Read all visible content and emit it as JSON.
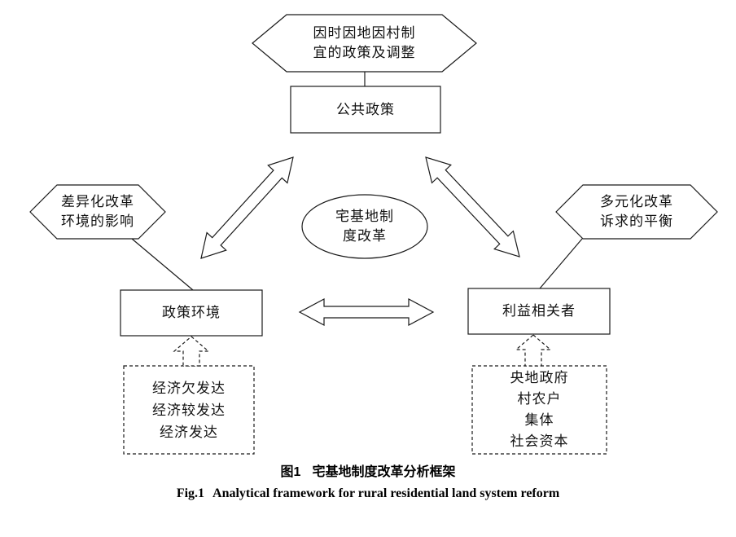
{
  "diagram": {
    "top_hexagon": [
      "因时因地因村制",
      "宜的政策及调整"
    ],
    "public_policy": "公共政策",
    "center_ellipse": [
      "宅基地制",
      "度改革"
    ],
    "left_hexagon": [
      "差异化改革",
      "环境的影响"
    ],
    "right_hexagon": [
      "多元化改革",
      "诉求的平衡"
    ],
    "policy_environment": "政策环境",
    "stakeholders": "利益相关者",
    "economy_list": [
      "经济欠发达",
      "经济较发达",
      "经济发达"
    ],
    "stakeholder_list": [
      "央地政府",
      "村农户",
      "集体",
      "社会资本"
    ]
  },
  "caption": {
    "zh_label": "图1",
    "zh_title": "宅基地制度改革分析框架",
    "en_label": "Fig.1",
    "en_title": "Analytical framework for rural residential land system reform"
  },
  "colors": {
    "stroke": "#1a1a1a",
    "background": "#ffffff"
  }
}
